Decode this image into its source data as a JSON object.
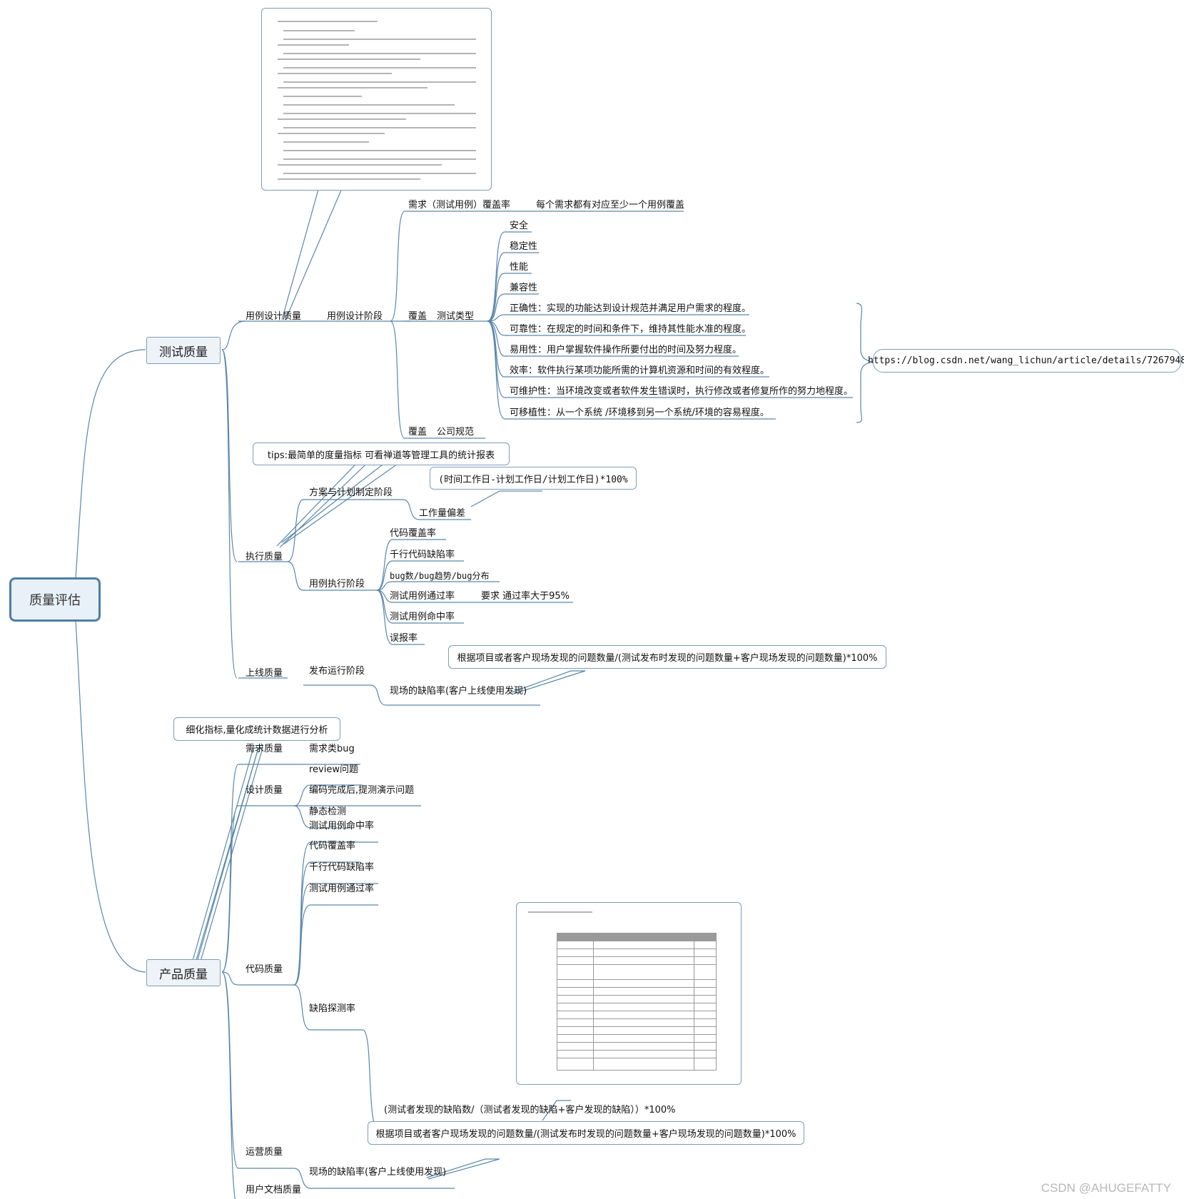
{
  "root": "质量评估",
  "test_quality": {
    "label": "测试质量",
    "case_design": {
      "label": "用例设计质量",
      "stage": "用例设计阶段",
      "coverage_rate": "需求（测试用例）覆盖率",
      "coverage_rate_note": "每个需求都有对应至少一个用例覆盖",
      "cover1": "覆盖",
      "test_types": "测试类型",
      "types": [
        "安全",
        "稳定性",
        "性能",
        "兼容性",
        "正确性：实现的功能达到设计规范并满足用户需求的程度。",
        "可靠性：在规定的时间和条件下，维持其性能水准的程度。",
        "易用性：用户掌握软件操作所要付出的时间及努力程度。",
        "效率：软件执行某项功能所需的计算机资源和时间的有效程度。",
        "可维护性：当环境改变或者软件发生错误时，执行修改或者修复所作的努力地程度。",
        "可移植性：从一个系统 /环境移到另一个系统/环境的容易程度。"
      ],
      "cover2": "覆盖",
      "company_spec": "公司规范",
      "link": "https://blog.csdn.net/wang_lichun/article/details/7267948"
    },
    "execution": {
      "label": "执行质量",
      "tips": "tips:最简单的度量指标 可看禅道等管理工具的统计报表",
      "plan_stage": "方案与计划制定阶段",
      "formula": "(时间工作日-计划工作日/计划工作日)*100%",
      "deviation": "工作量偏差",
      "exec_stage": "用例执行阶段",
      "items": [
        "代码覆盖率",
        "千行代码缺陷率",
        "bug数/bug趋势/bug分布",
        "测试用例通过率",
        "测试用例命中率",
        "误报率"
      ],
      "pass_req": "要求 通过率大于95%"
    },
    "release": {
      "label": "上线质量",
      "stage": "发布运行阶段",
      "formula": "根据项目或者客户现场发现的问题数量/(测试发布时发现的问题数量+客户现场发现的问题数量)*100%",
      "field_defect": "现场的缺陷率(客户上线使用发现)"
    }
  },
  "product_quality": {
    "label": "产品质量",
    "note": "细化指标,量化成统计数据进行分析",
    "req_quality": "需求质量",
    "req_bug": "需求类bug",
    "design_quality": "设计质量",
    "design_items": [
      "review问题",
      "编码完成后,提测演示问题",
      "静态检测"
    ],
    "code_quality": "代码质量",
    "code_items": [
      "测试用例命中率",
      "代码覆盖率",
      "千行代码缺陷率",
      "测试用例通过率",
      "缺陷探测率"
    ],
    "defect_formula": "(测试者发现的缺陷数/（测试者发现的缺陷+客户发现的缺陷））*100%",
    "ops_quality": "运营质量",
    "ops_formula": "根据项目或者客户现场发现的问题数量/(测试发布时发现的问题数量+客户现场发现的问题数量)*100%",
    "ops_field": "现场的缺陷率(客户上线使用发现)",
    "doc_quality": "用户文档质量"
  },
  "watermark": "CSDN @AHUGEFATTY",
  "colors": {
    "line": "#4e7fa6",
    "node_border": "#7f9db9",
    "node_fill": "#eef3f8"
  }
}
